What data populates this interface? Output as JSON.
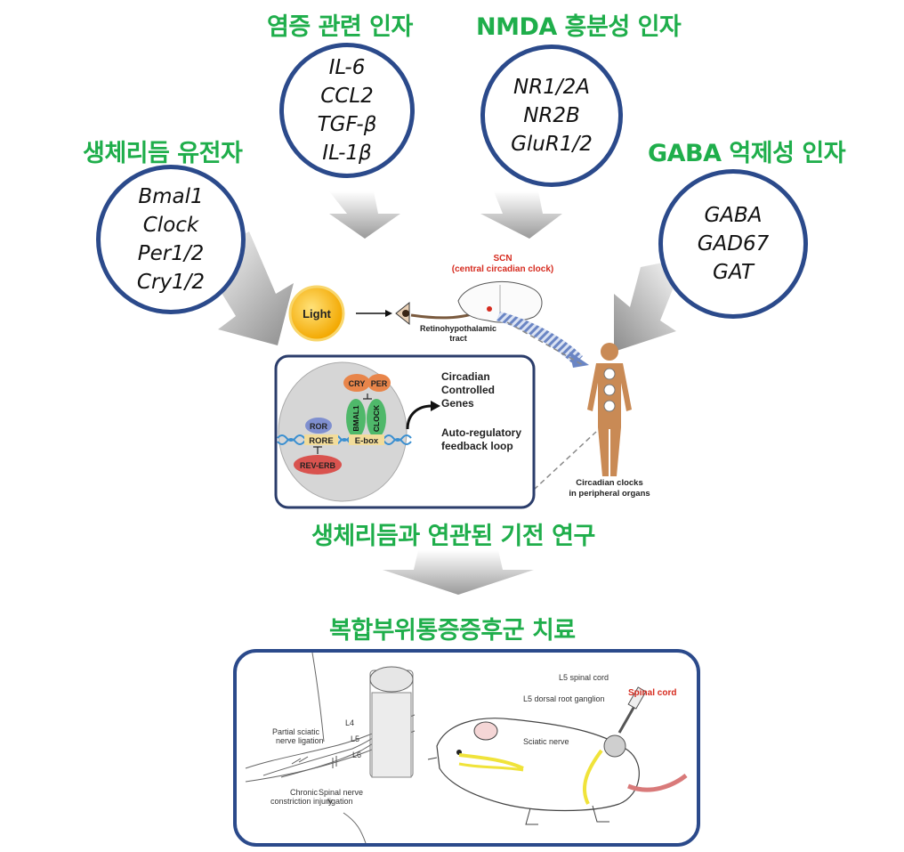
{
  "headings": {
    "inflammation": "염증 관련 인자",
    "nmda": "NMDA 흥분성 인자",
    "circadian_genes": "생체리듬 유전자",
    "gaba": "GABA 억제성 인자",
    "mechanism": "생체리듬과 연관된 기전 연구",
    "treatment": "복합부위통증증후군 치료"
  },
  "circles": {
    "inflammation": [
      "IL-6",
      "CCL2",
      "TGF-β",
      "IL-1β"
    ],
    "nmda": [
      "NR1/2A",
      "NR2B",
      "GluR1/2"
    ],
    "circadian": [
      "Bmal1",
      "Clock",
      "Per1/2",
      "Cry1/2"
    ],
    "gaba": [
      "GABA",
      "GAD67",
      "GAT"
    ]
  },
  "center_figure": {
    "light": "Light",
    "scn_title": "SCN",
    "scn_sub": "(central circadian clock)",
    "tract_line1": "Retinohypothalamic",
    "tract_line2": "tract",
    "cry": "CRY",
    "per": "PER",
    "bmal1": "BMAL1",
    "clock": "CLOCK",
    "ror": "ROR",
    "rore": "RORE",
    "ebox": "E-box",
    "reverb": "REV-ERB",
    "ccg_line1": "Circadian",
    "ccg_line2": "Controlled",
    "ccg_line3": "Genes",
    "loop_line1": "Auto-regulatory",
    "loop_line2": "feedback loop",
    "periph_line1": "Circadian clocks",
    "periph_line2": "in peripheral organs"
  },
  "bottom_figure": {
    "partial_line1": "Partial sciatic",
    "partial_line2": "nerve ligation",
    "chronic_line1": "Chronic",
    "chronic_line2": "constriction injury",
    "spinal_lig_line1": "Spinal nerve",
    "spinal_lig_line2": "ligation",
    "l4": "L4",
    "l5": "L5",
    "l6": "L6",
    "l5_spinal_cord": "L5 spinal cord",
    "l5_drg": "L5 dorsal root ganglion",
    "spinal_cord": "Spinal cord",
    "sciatic_nerve": "Sciatic nerve"
  },
  "colors": {
    "heading_green": "#1fae4b",
    "circle_border": "#2b4a8b",
    "sun": "#f5b400",
    "scn_red": "#d62b1f"
  }
}
